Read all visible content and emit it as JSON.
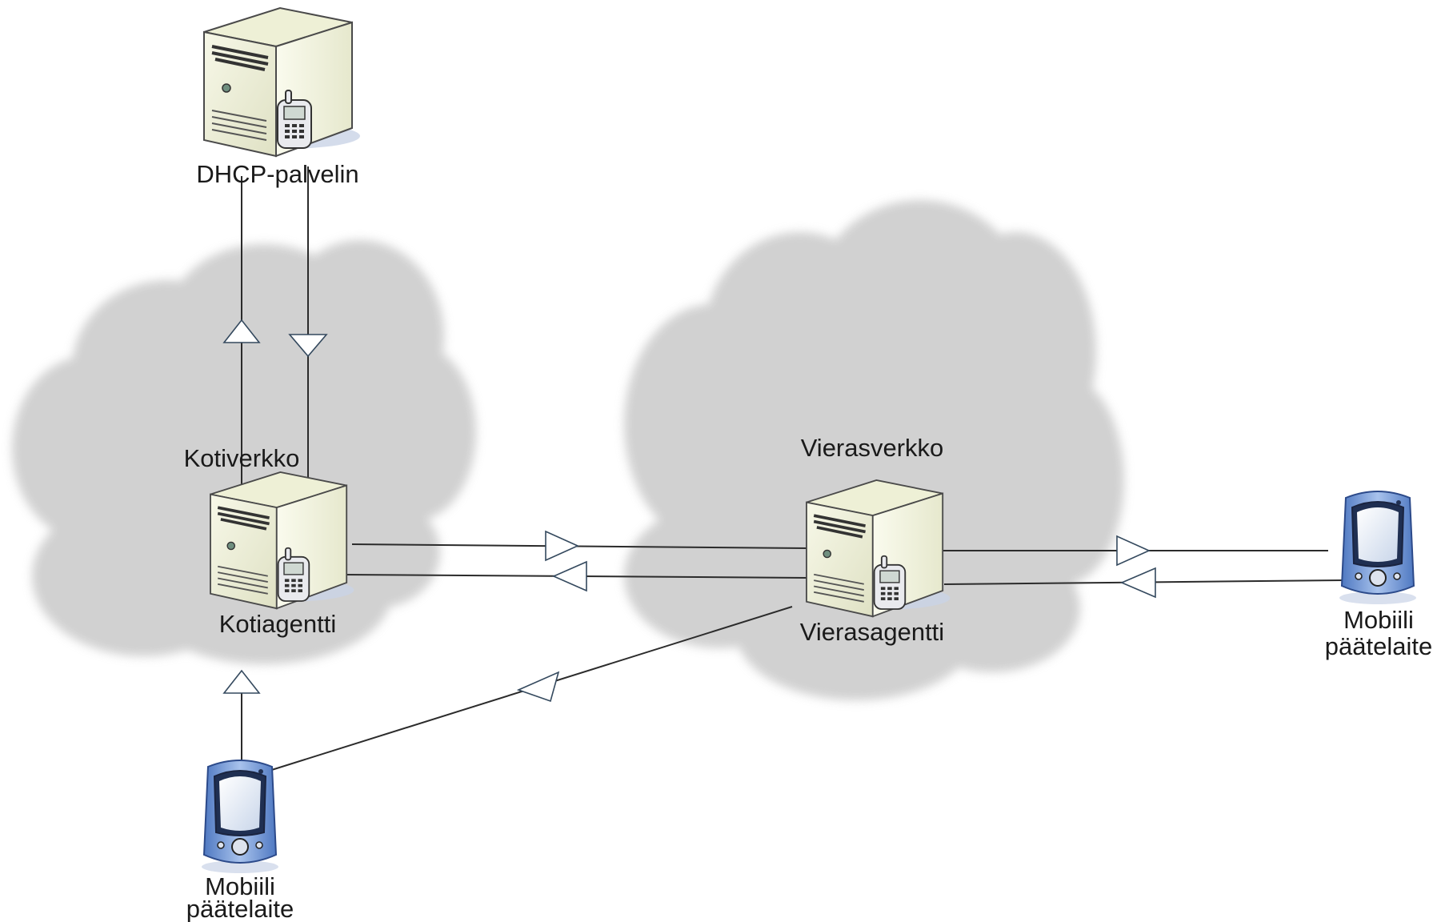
{
  "diagram": {
    "clouds": {
      "home": {
        "label": "Kotiverkko"
      },
      "foreign": {
        "label": "Vierasverkko"
      }
    },
    "nodes": {
      "dhcp_server": {
        "label": "DHCP-palvelin",
        "icon": "server-with-phone-icon"
      },
      "home_agent": {
        "label": "Kotiagentti",
        "icon": "server-with-phone-icon"
      },
      "foreign_agent": {
        "label": "Vierasagentti",
        "icon": "server-with-phone-icon"
      },
      "mobile_right": {
        "label_line1": "Mobiili",
        "label_line2": "päätelaite",
        "icon": "pda-icon"
      },
      "mobile_left": {
        "label_line1": "Mobiili",
        "label_line2": "päätelaite",
        "icon": "pda-icon"
      }
    },
    "colors": {
      "cloud": "#c8c8c8",
      "server_body": "#f1f2dc",
      "pda_body": "#6f95d2",
      "line": "#2b2b2b",
      "arrowhead_stroke": "#34495e"
    }
  }
}
